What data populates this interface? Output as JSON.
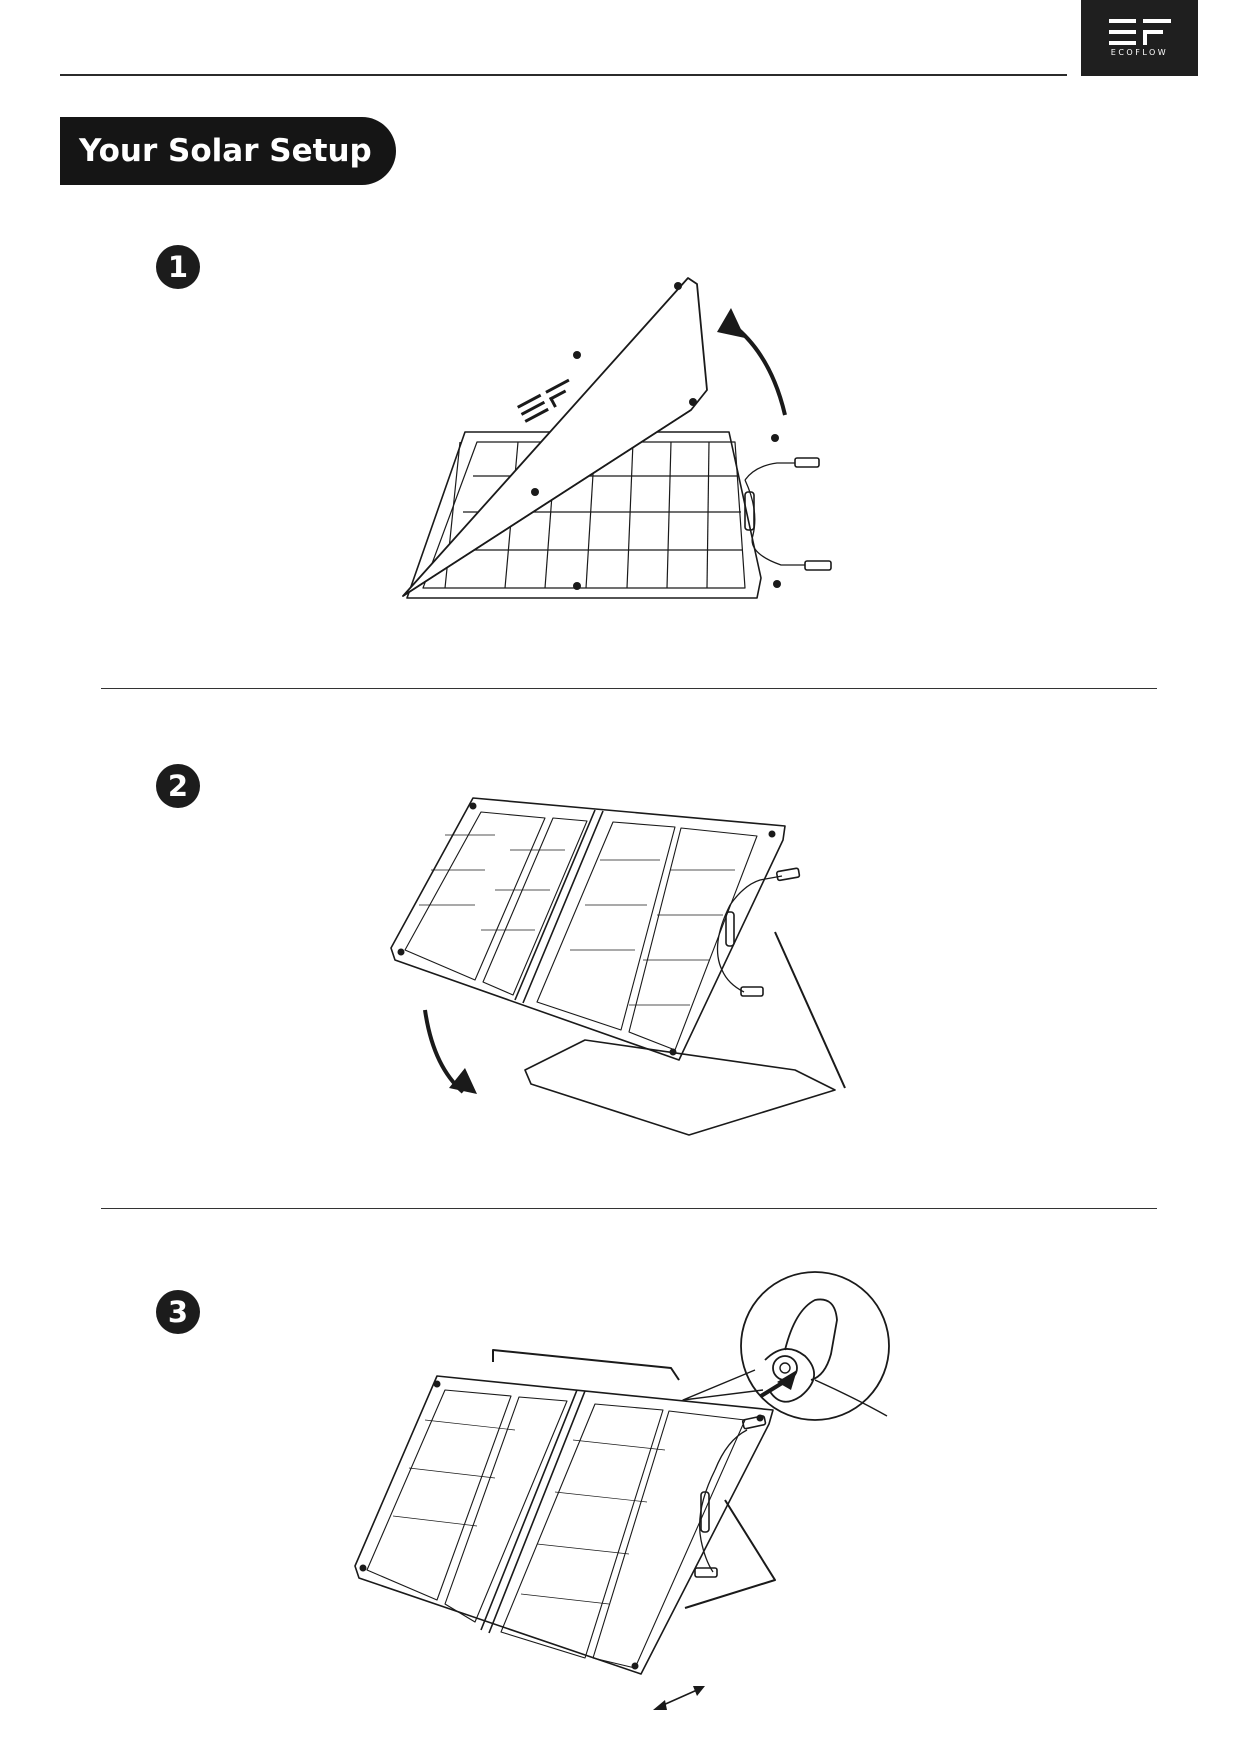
{
  "header": {
    "logo": {
      "icon": "ecoflow-logo-icon",
      "wordmark": "ECOFLOW"
    }
  },
  "section": {
    "title": "Your Solar Setup"
  },
  "steps": [
    {
      "number": "1",
      "illustration": "solar-panel-unfold-icon"
    },
    {
      "number": "2",
      "illustration": "solar-panel-kickstand-icon"
    },
    {
      "number": "3",
      "illustration": "solar-panel-adjust-icon"
    }
  ],
  "colors": {
    "ink": "#1a1a1a",
    "badge": "#1c1c1c",
    "paper": "#ffffff"
  }
}
